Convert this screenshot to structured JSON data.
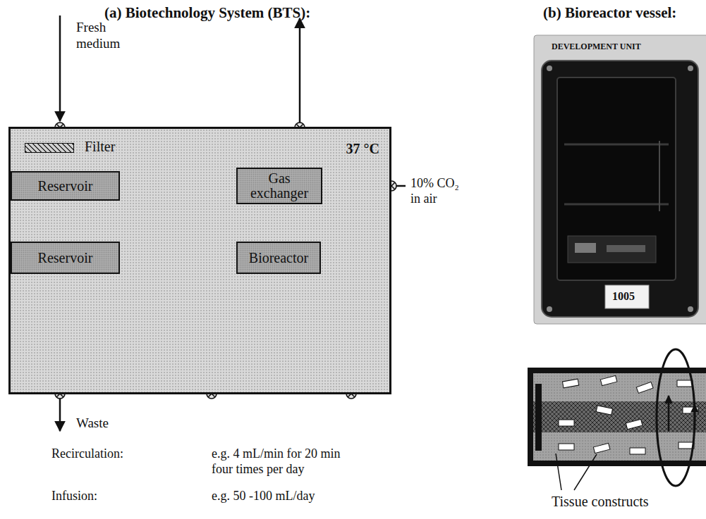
{
  "diagram": {
    "nodes": [
      {
        "text": [
          "37 °C"
        ]
      },
      {
        "text": [
          "Filter"
        ],
        "in": 0
      },
      {
        "text": [
          "Reservoir"
        ],
        "in": 0
      },
      {
        "text": [
          "Gas exchanger"
        ],
        "in": 0
      },
      {
        "text": [
          "Reservoir"
        ],
        "in": 0
      },
      {
        "text": [
          "Bioreactor"
        ],
        "in": 0
      }
    ],
    "edges": [
      {
        "from": 1,
        "to": 2,
        "arrow": "none"
      },
      {
        "from": 2,
        "to": 3,
        "arrow": "to"
      },
      {
        "from": 3,
        "to": 5,
        "arrow": "to"
      },
      {
        "from": 5,
        "to": 4,
        "arrow": "to"
      },
      {
        "from": 4,
        "to": 2,
        "arrow": "to"
      }
    ],
    "labels": [
      "(a) Biotechnology System (BTS):",
      "Fresh medium",
      "10% CO₂ in air",
      "Waste",
      "Recirculation:",
      "e.g. 4 mL/min for 20 min four times per day",
      "Infusion:",
      "e.g. 50 -100 mL/day",
      "(b) Bioreactor vessel:",
      "DEVELOPMENT UNIT",
      "1005",
      "Tissue constructs"
    ]
  }
}
